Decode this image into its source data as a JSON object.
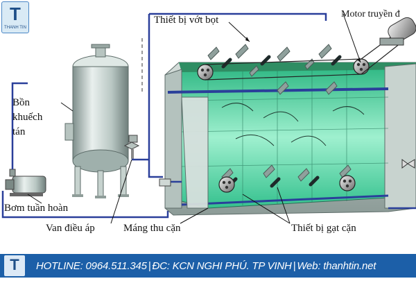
{
  "logo": {
    "letter": "T",
    "name": "THANH TIN"
  },
  "labels": {
    "foam_device": "Thiết bị vớt bọt",
    "motor": "Motor truyền đ",
    "tank": "Bồn\nkhuếch\ntán",
    "pump": "Bơm tuần hoàn",
    "valve": "Van điều áp",
    "sludge_trough": "Máng thu cặn",
    "scraper": "Thiết bị gạt cặn"
  },
  "footer": {
    "hotline": "HOTLINE: 0964.511.345",
    "address": "ĐC: KCN NGHI PHÚ. TP VINH",
    "web": "Web: thanhtin.net"
  },
  "colors": {
    "pipe": "#2a3f9a",
    "tank_body": "#c9d6d2",
    "water": "#4fd3a0",
    "basin_frame": "#a7b6b2",
    "footer": "#1c5fa8"
  }
}
